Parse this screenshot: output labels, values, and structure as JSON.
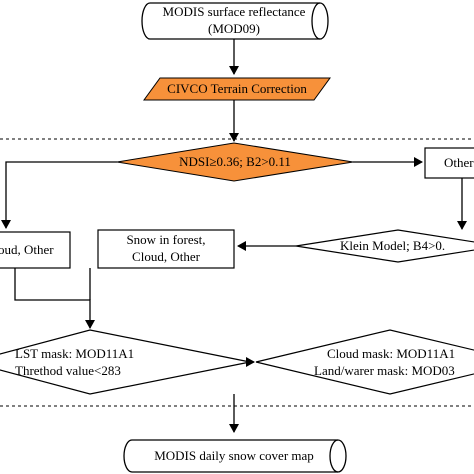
{
  "nodes": {
    "input": {
      "line1": "MODIS surface reflectance",
      "line2": "(MOD09)"
    },
    "terrain": {
      "label": "CIVCO Terrain Correction"
    },
    "ndsi": {
      "label": "NDSI≥0.36; B2>0.11"
    },
    "other_right": {
      "label": "Other"
    },
    "cloud_other_left": {
      "label": "oud, Other"
    },
    "snow_forest": {
      "line1": "Snow in forest,",
      "line2": "Cloud, Other"
    },
    "klein": {
      "label": "Klein Model; B4>0."
    },
    "lst_mask": {
      "line1": "LST mask: MOD11A1",
      "line2": "Threthod value<283"
    },
    "cloud_mask": {
      "line1": "Cloud mask: MOD11A1",
      "line2": "Land/warer mask: MOD03"
    },
    "output": {
      "label": "MODIS daily snow cover map"
    }
  },
  "colors": {
    "accent_fill": "#f7913a",
    "stroke": "#000000",
    "background": "#ffffff"
  }
}
